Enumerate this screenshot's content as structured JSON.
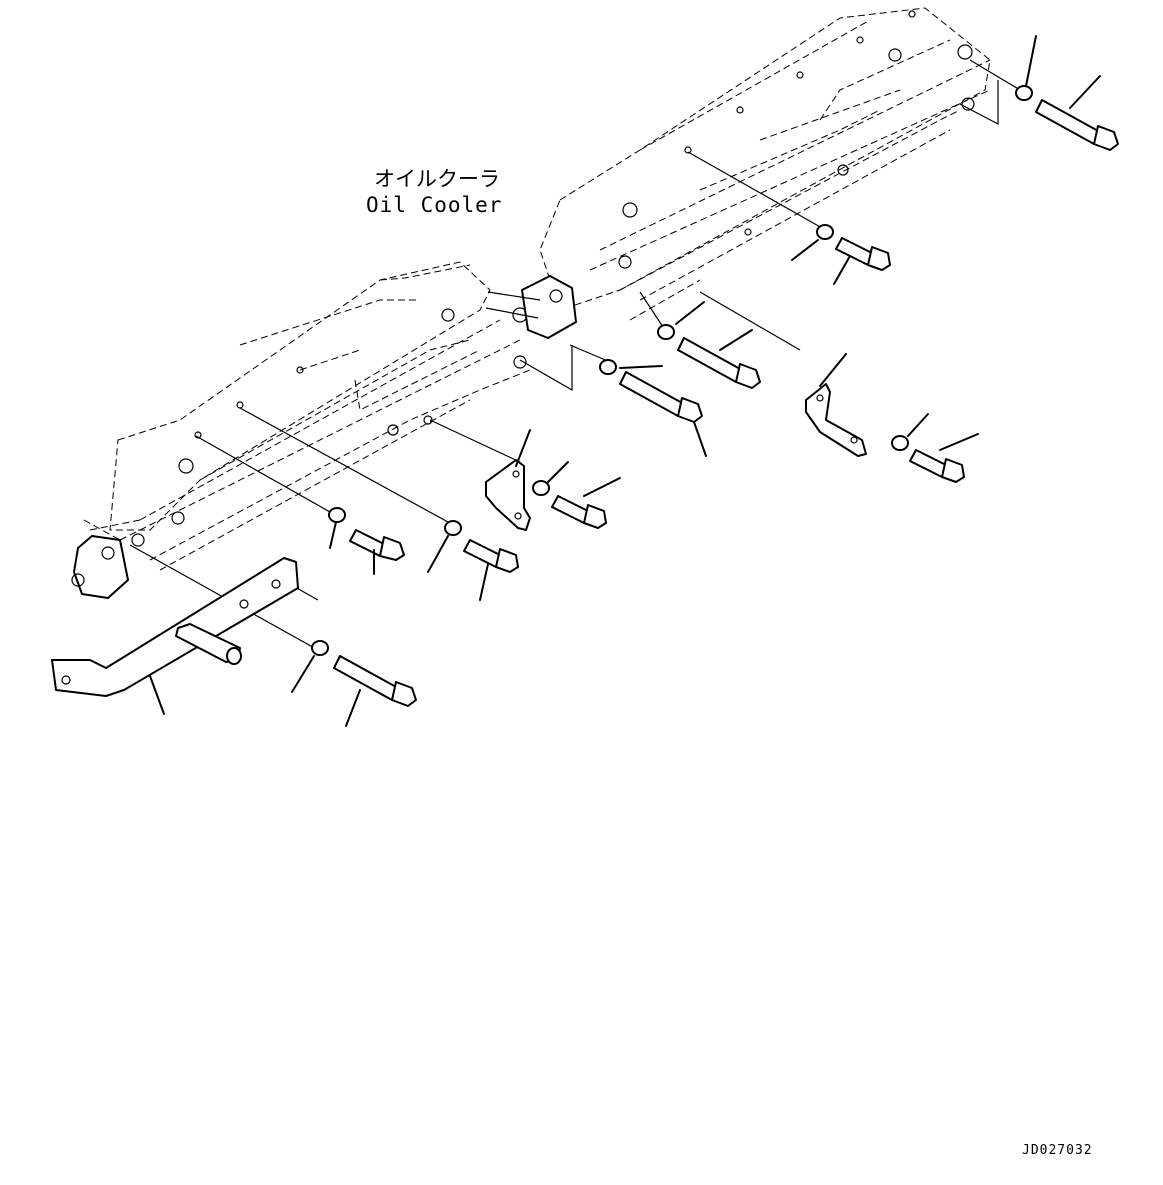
{
  "title": {
    "jp": "オイルクーラ",
    "en": "Oil Cooler"
  },
  "drawing_code": "JD027032",
  "icons": {
    "cooler": "oil-cooler-assembly-icon",
    "bolt": "bolt-icon",
    "washer": "washer-icon",
    "bracket": "bracket-icon",
    "bar": "support-bar-icon"
  }
}
